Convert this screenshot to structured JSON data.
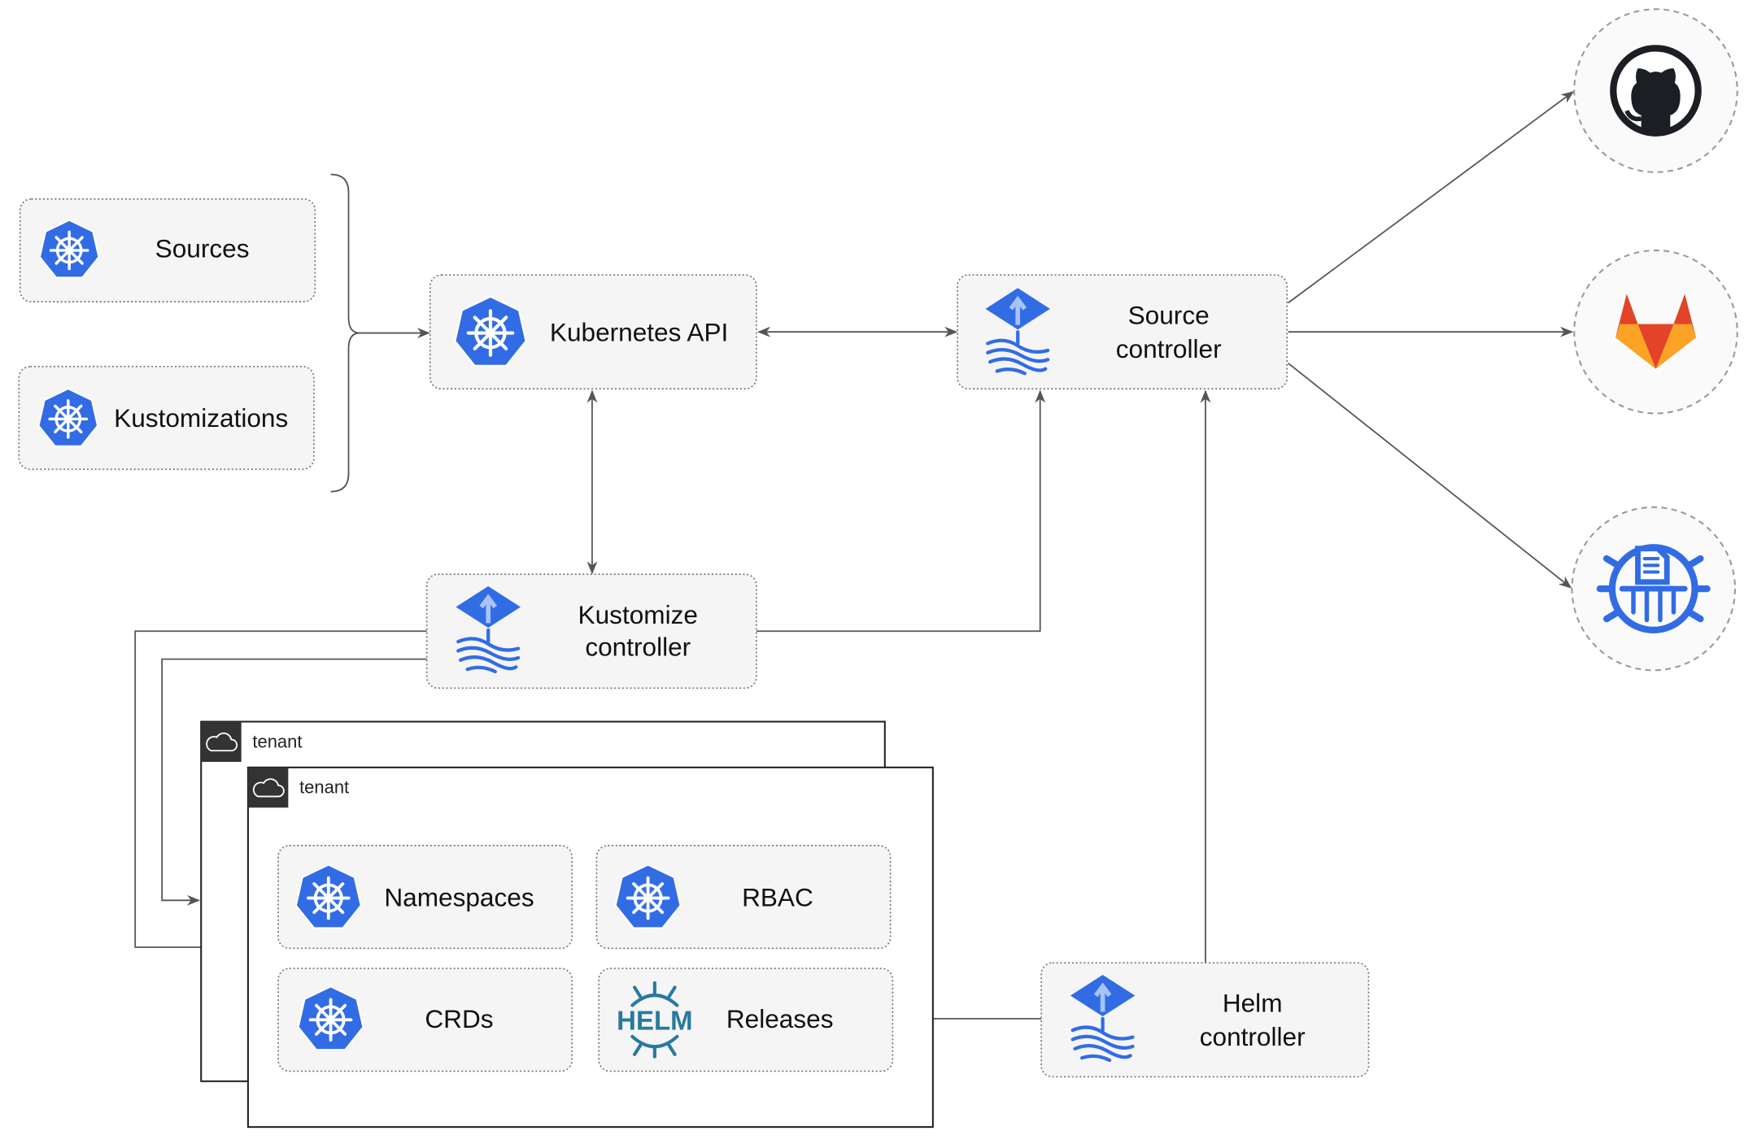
{
  "nodes": {
    "sources": "Sources",
    "kustomizations": "Kustomizations",
    "kubernetes_api": "Kubernetes API",
    "source_controller": [
      "Source",
      "controller"
    ],
    "kustomize_controller": [
      "Kustomize",
      "controller"
    ],
    "helm_controller": [
      "Helm",
      "controller"
    ],
    "namespaces": "Namespaces",
    "rbac": "RBAC",
    "crds": "CRDs",
    "releases": "Releases"
  },
  "tenants": [
    "tenant",
    "tenant"
  ],
  "helm_logo_text": "HELM",
  "external_sources": [
    "github-icon",
    "gitlab-icon",
    "bucket-icon"
  ],
  "colors": {
    "kubernetes_blue": "#326ce5",
    "helm_blue": "#277a9f",
    "gitlab_orange": "#fc6d26",
    "github_dark": "#1b1f23"
  }
}
